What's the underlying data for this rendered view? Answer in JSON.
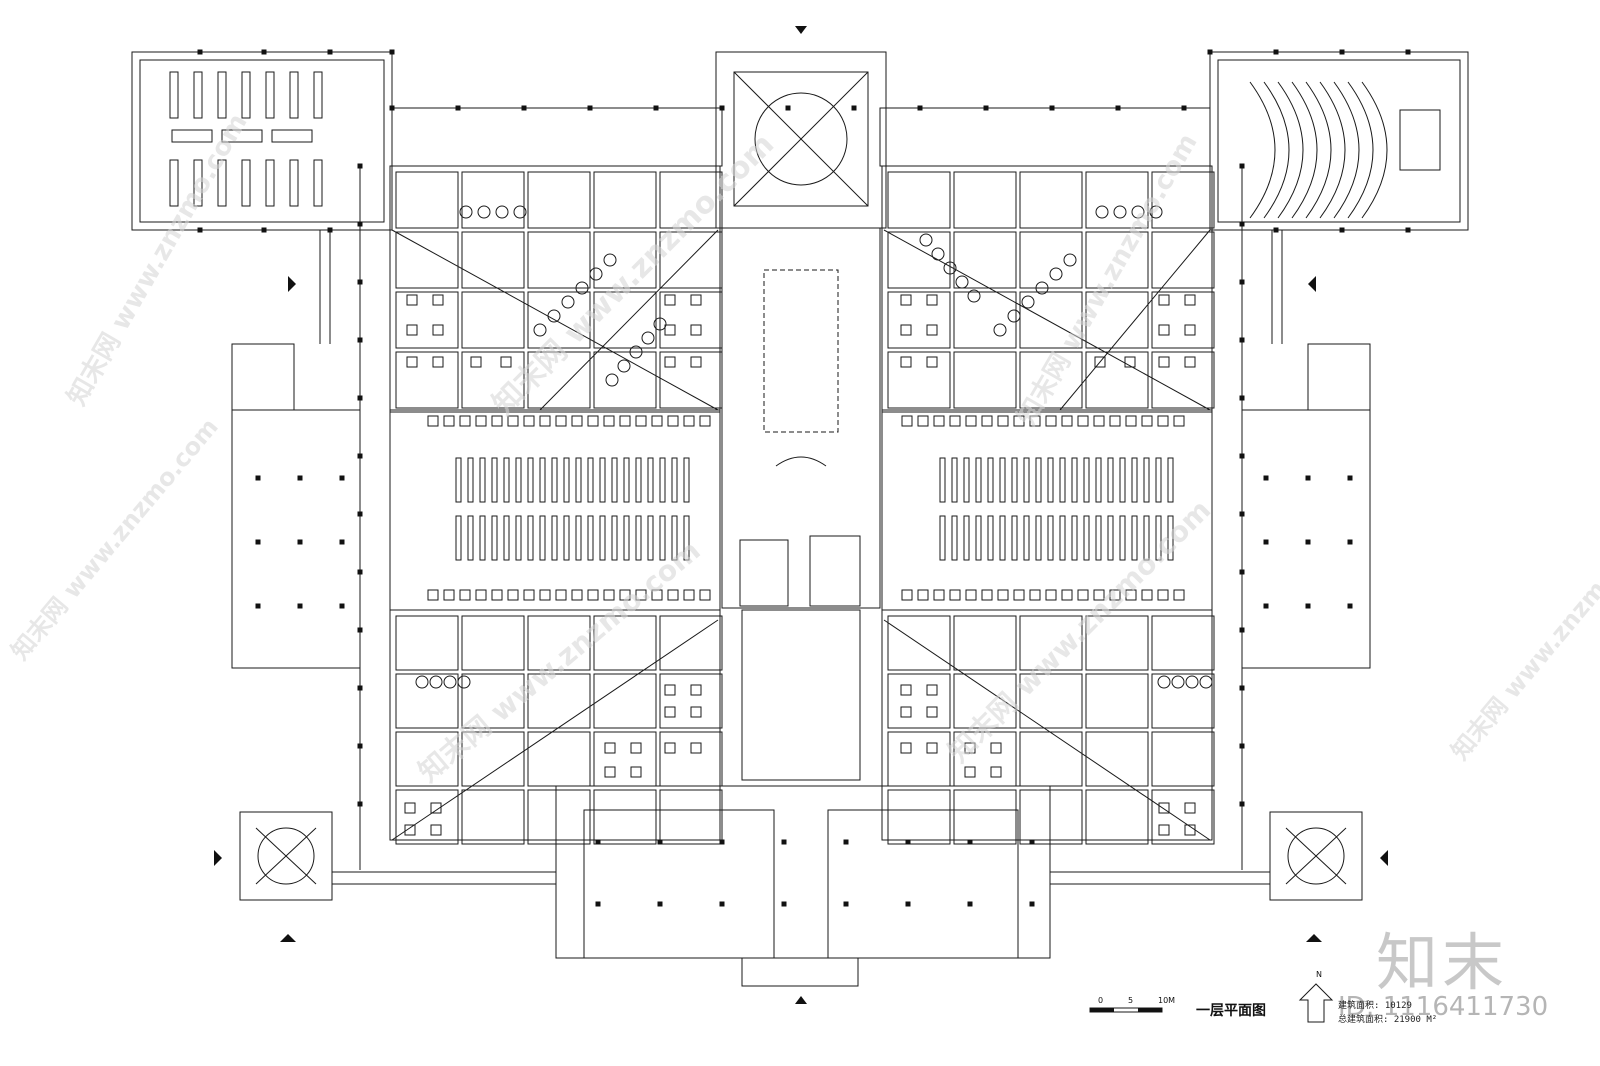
{
  "drawing": {
    "title": "一层平面图",
    "area_label_1": "建筑面积: 10129",
    "area_label_2": "总建筑面积: 21900 M²",
    "north_label": "N",
    "scale_labels": [
      "0",
      "5",
      "10M"
    ]
  },
  "watermark": {
    "logo_text": "知末",
    "id_text": "ID: 1116411730",
    "diagonal_text": "知末网 www.znzmo.com"
  },
  "colors": {
    "line": "#1a1a1a",
    "watermark": "#cfcfcf"
  }
}
